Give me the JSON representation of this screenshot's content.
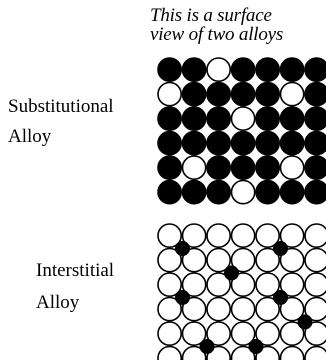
{
  "caption": {
    "line1": "This is a surface",
    "line2": "view of two alloys"
  },
  "substitutional": {
    "label_line1": "Substitutional",
    "label_line2": "Alloy",
    "rows": [
      "BBWBBBB",
      "WBBBBWB",
      "BBBWBBB",
      "BBBBBBB",
      "BWBBBWB",
      "BBBWBBB"
    ]
  },
  "interstitial": {
    "label_line1": "Interstitial",
    "label_line2": "Alloy",
    "host_rows": 6,
    "host_cols": 7,
    "interstitials": [
      [
        0,
        0
      ],
      [
        0,
        4
      ],
      [
        1,
        2
      ],
      [
        2,
        0
      ],
      [
        2,
        4
      ],
      [
        3,
        5
      ],
      [
        4,
        1
      ],
      [
        4,
        3
      ]
    ]
  },
  "colors": {
    "solvent_atom": "#000000",
    "solute_atom": "#ffffff",
    "host_atom": "#ffffff",
    "interstitial_atom": "#000000"
  }
}
